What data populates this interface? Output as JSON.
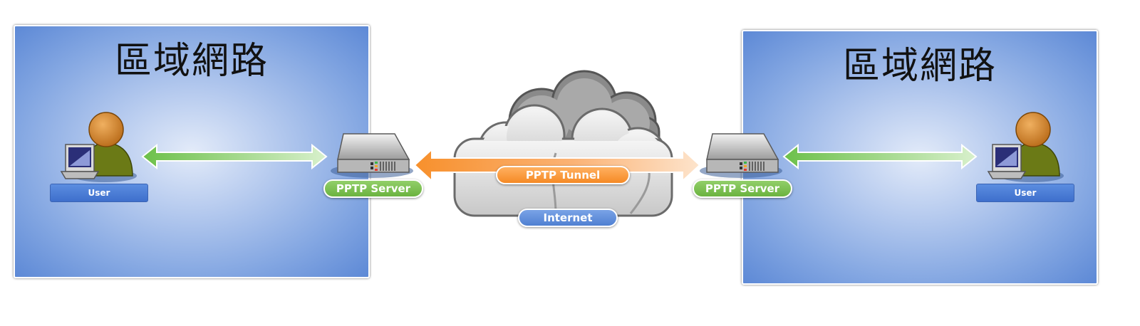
{
  "lan_left": {
    "title": "區域網路"
  },
  "lan_right": {
    "title": "區域網路"
  },
  "user_left": {
    "label": "User"
  },
  "user_right": {
    "label": "User"
  },
  "server_left": {
    "label": "PPTP Server"
  },
  "server_right": {
    "label": "PPTP Server"
  },
  "tunnel": {
    "label": "PPTP Tunnel"
  },
  "internet": {
    "label": "Internet"
  },
  "colors": {
    "lan": "#5d89d6",
    "green_label": "#6bb33f",
    "tunnel": "#f58a25",
    "internet_label": "#4f80d2",
    "user_label": "#3e6fcc"
  }
}
